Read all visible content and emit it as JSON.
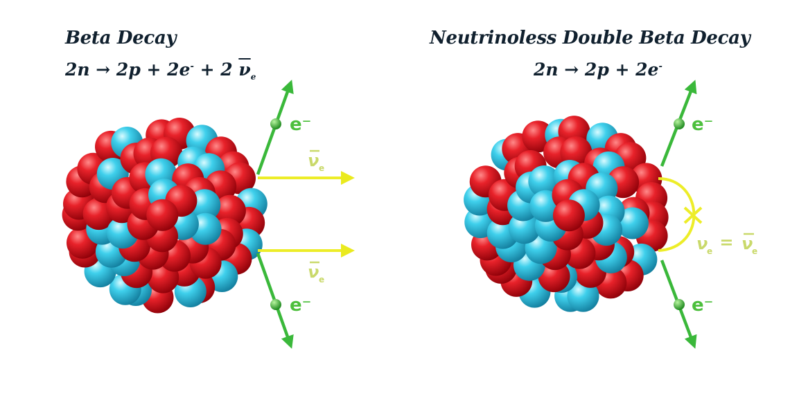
{
  "left": {
    "title": "Beta Decay",
    "equation": {
      "main": "2n → 2p + 2e",
      "sup": "-",
      "plus": " + 2 ",
      "nu": "ν",
      "nu_sub": "e"
    },
    "labels": {
      "electron_top": "e⁻",
      "electron_bottom": "e⁻",
      "antineutrino_top": "ν",
      "antineutrino_top_sub": "e",
      "antineutrino_bottom": "ν",
      "antineutrino_bottom_sub": "e"
    }
  },
  "right": {
    "title": "Neutrinoless Double Beta Decay",
    "equation": {
      "main": "2n → 2p + 2e",
      "sup": "-"
    },
    "labels": {
      "electron_top": "e⁻",
      "electron_bottom": "e⁻",
      "identity_nu": "ν",
      "identity_nu_sub": "e",
      "identity_eq": " = ",
      "identity_nubar": "ν",
      "identity_nubar_sub": "e"
    }
  },
  "colors": {
    "proton": "#d8101c",
    "neutron": "#2cc8e6",
    "electron_track": "#3ab83a",
    "neutrino_track": "#f2f22a",
    "neutrino_label": "#c9d96a",
    "electron_label": "#4cbf3c",
    "text": "#10202e"
  }
}
